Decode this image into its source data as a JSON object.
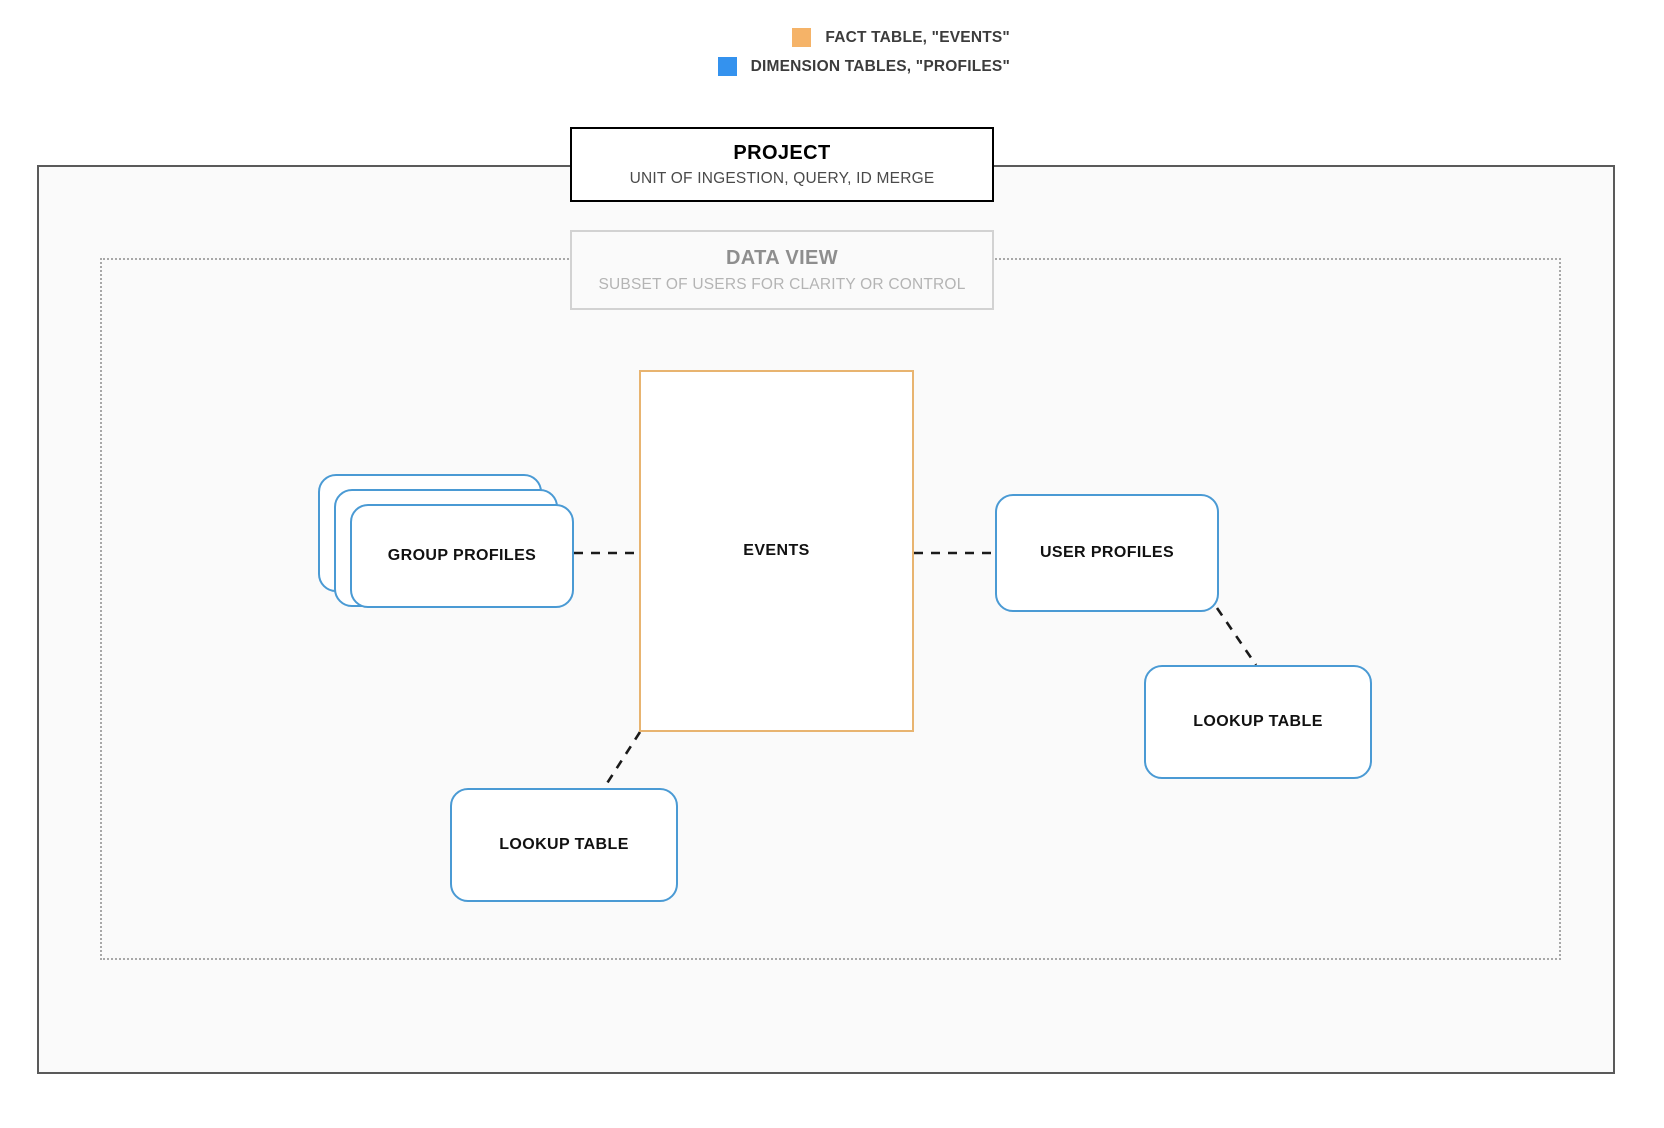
{
  "legend": {
    "items": [
      {
        "label": "FACT TABLE, \"EVENTS\"",
        "color": "#f5b368",
        "swatch_name": "fact-table-swatch"
      },
      {
        "label": "DIMENSION TABLES, \"PROFILES\"",
        "color": "#3492ee",
        "swatch_name": "dimension-tables-swatch"
      }
    ]
  },
  "project": {
    "title": "PROJECT",
    "subtitle": "UNIT OF INGESTION, QUERY, ID MERGE"
  },
  "data_view": {
    "title": "DATA VIEW",
    "subtitle": "SUBSET OF USERS FOR CLARITY OR CONTROL"
  },
  "nodes": {
    "events": {
      "label": "EVENTS",
      "type": "fact-table",
      "border_color": "#e8b470"
    },
    "group_profiles": {
      "label": "GROUP PROFILES",
      "type": "dimension-table",
      "border_color": "#4a9ad4",
      "stack_count": 3
    },
    "user_profiles": {
      "label": "USER PROFILES",
      "type": "dimension-table",
      "border_color": "#4a9ad4"
    },
    "lookup_table_right": {
      "label": "LOOKUP TABLE",
      "type": "dimension-table",
      "border_color": "#4a9ad4"
    },
    "lookup_table_left": {
      "label": "LOOKUP TABLE",
      "type": "dimension-table",
      "border_color": "#4a9ad4"
    }
  },
  "connections": [
    {
      "from": "group_profiles",
      "to": "events",
      "style": "dashed"
    },
    {
      "from": "events",
      "to": "user_profiles",
      "style": "dashed"
    },
    {
      "from": "user_profiles",
      "to": "lookup_table_right",
      "style": "dashed"
    },
    {
      "from": "events",
      "to": "lookup_table_left",
      "style": "dashed"
    }
  ],
  "colors": {
    "fact": "#e8b470",
    "dimension": "#4a9ad4",
    "project_border": "#5a5a5a",
    "dataview_border": "#a8a8a8",
    "connector": "#1a1a1a",
    "canvas": "#fafafa"
  }
}
